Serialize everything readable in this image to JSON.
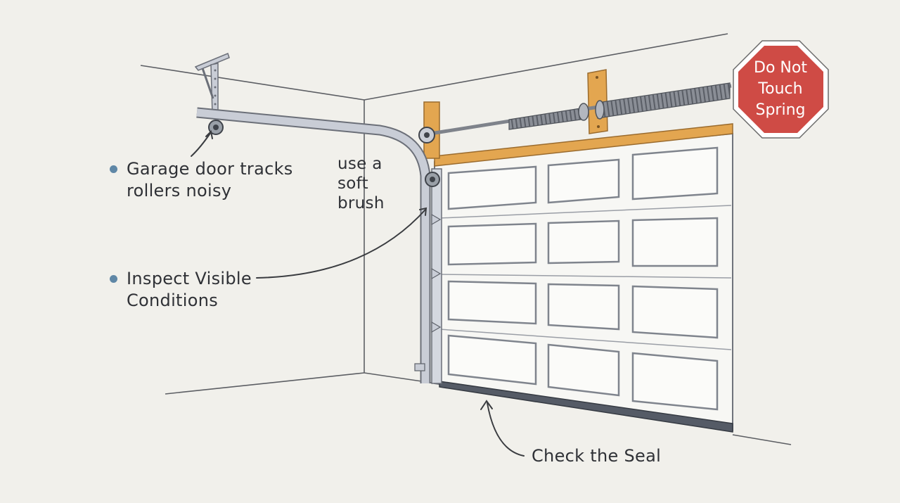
{
  "labels": {
    "tracks_line1": "Garage door tracks",
    "tracks_line2": "rollers noisy",
    "brush_line1": "use a",
    "brush_line2": "soft",
    "brush_line3": "brush",
    "inspect_line1": "Inspect Visible",
    "inspect_line2": "Conditions",
    "seal": "Check the Seal"
  },
  "stop_sign": {
    "line1": "Do Not",
    "line2": "Touch",
    "line3": "Spring"
  },
  "colors": {
    "background": "#f1f0eb",
    "wall_line": "#5c5e63",
    "track": "#c9cdd6",
    "track_edge": "#6b6f78",
    "wood": "#e3a650",
    "wood_edge": "#9a6b2e",
    "spring": "#7f838b",
    "door_fill": "#f6f6f3",
    "panel_edge": "#8a8f98",
    "seal": "#555b66",
    "stop_red": "#cf4b45",
    "bullet": "#5f87a6",
    "annotation": "#3a3c40"
  }
}
